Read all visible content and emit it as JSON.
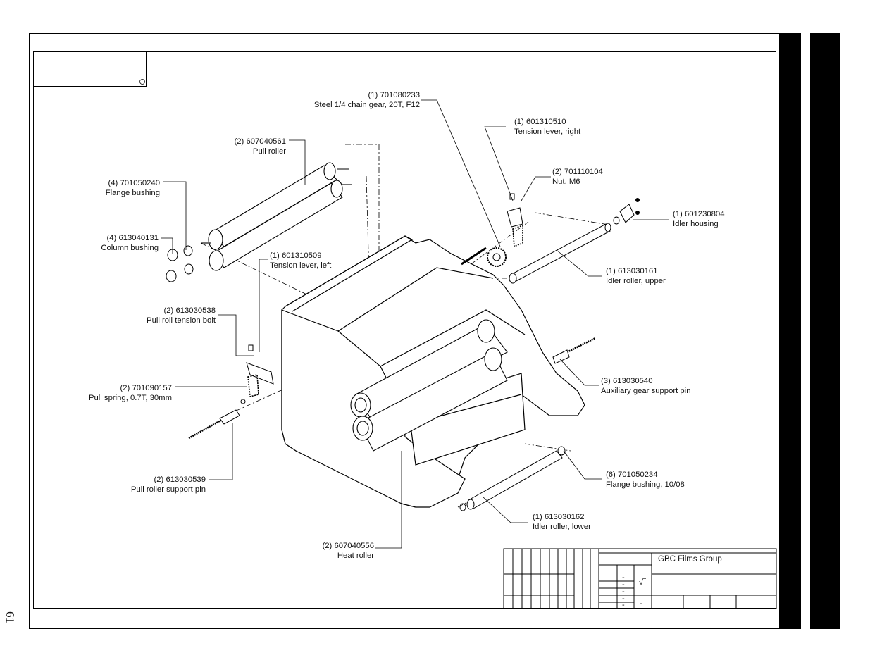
{
  "page_number": "61",
  "labels": [
    {
      "id": "chain-gear",
      "pn": "(1) 701080233",
      "name": "Steel 1/4 chain gear, 20T, F12"
    },
    {
      "id": "tension-lever-right",
      "pn": "(1) 601310510",
      "name": "Tension lever, right"
    },
    {
      "id": "pull-roller",
      "pn": "(2) 607040561",
      "name": "Pull roller"
    },
    {
      "id": "nut-m6",
      "pn": "(2) 701110104",
      "name": "Nut, M6"
    },
    {
      "id": "flange-bushing",
      "pn": "(4) 701050240",
      "name": "Flange bushing"
    },
    {
      "id": "idler-housing",
      "pn": "(1) 601230804",
      "name": "Idler housing"
    },
    {
      "id": "column-bushing",
      "pn": "(4) 613040131",
      "name": "Column bushing"
    },
    {
      "id": "tension-lever-left",
      "pn": "(1) 601310509",
      "name": "Tension lever, left"
    },
    {
      "id": "idler-roller-upper",
      "pn": "(1) 613030161",
      "name": "Idler roller, upper"
    },
    {
      "id": "pull-roll-tension-bolt",
      "pn": "(2) 613030538",
      "name": "Pull roll tension bolt"
    },
    {
      "id": "aux-gear-support-pin",
      "pn": "(3) 613030540",
      "name": "Auxiliary gear support pin"
    },
    {
      "id": "pull-spring",
      "pn": "(2) 701090157",
      "name": "Pull spring, 0.7T, 30mm"
    },
    {
      "id": "flange-bushing-1008",
      "pn": "(6) 701050234",
      "name": "Flange bushing, 10/08"
    },
    {
      "id": "pull-roller-support-pin",
      "pn": "(2) 613030539",
      "name": "Pull roller support pin"
    },
    {
      "id": "idler-roller-lower",
      "pn": "(1) 613030162",
      "name": "Idler roller, lower"
    },
    {
      "id": "heat-roller",
      "pn": "(2) 607040556",
      "name": "Heat roller"
    }
  ],
  "title_block": {
    "company": "GBC Films Group",
    "dash": "-",
    "check_mark": "√‾"
  }
}
